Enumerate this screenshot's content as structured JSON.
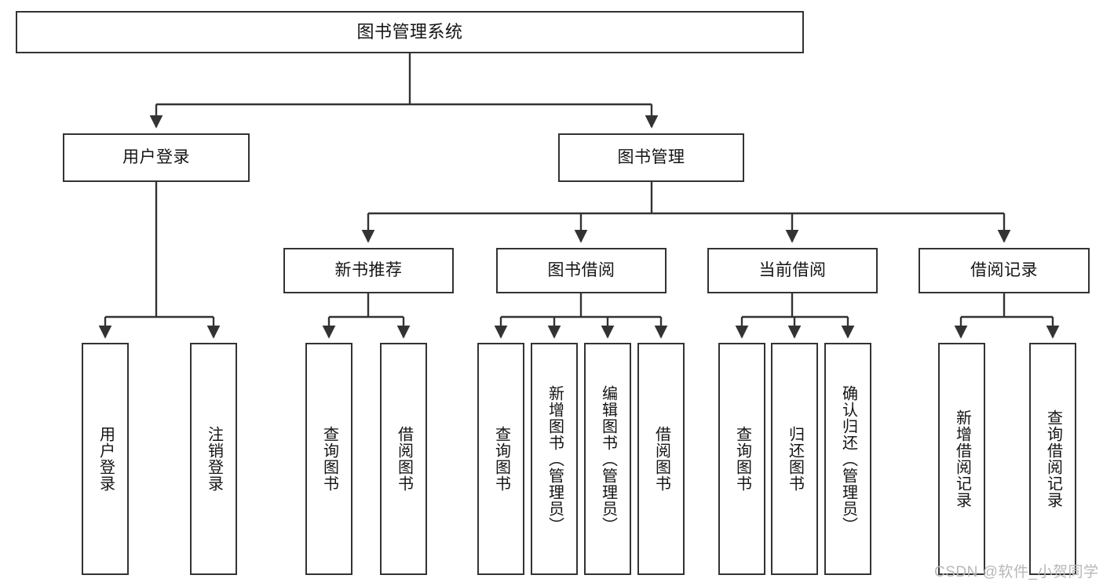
{
  "diagram": {
    "type": "tree",
    "title": "图书管理系统",
    "watermark": "CSDN @软件_小贺同学",
    "colors": {
      "box_border": "#333333",
      "box_fill": "#ffffff",
      "edge": "#333333",
      "text": "#141414",
      "watermark": "#b8b8b8"
    },
    "nodes": {
      "root": "图书管理系统",
      "level1": [
        "用户登录",
        "图书管理"
      ],
      "level2": [
        "新书推荐",
        "图书借阅",
        "当前借阅",
        "借阅记录"
      ],
      "leaves": {
        "user_login": [
          "用户登录",
          "注销登录"
        ],
        "new_book_recommend": [
          "查询图书",
          "借阅图书"
        ],
        "book_borrow": [
          "查询图书",
          "新增图书（管理员）",
          "编辑图书（管理员）",
          "借阅图书"
        ],
        "current_borrow": [
          "查询图书",
          "归还图书",
          "确认归还（管理员）"
        ],
        "borrow_record": [
          "新增借阅记录",
          "查询借阅记录"
        ]
      }
    }
  }
}
